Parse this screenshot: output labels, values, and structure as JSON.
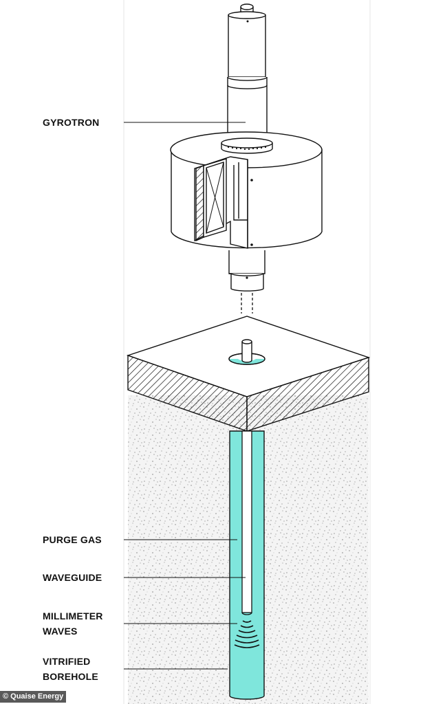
{
  "diagram": {
    "labels": {
      "gyrotron": "GYROTRON",
      "purge_gas": "PURGE GAS",
      "waveguide": "WAVEGUIDE",
      "millimeter_waves_line1": "MILLIMETER",
      "millimeter_waves_line2": "WAVES",
      "vitrified_borehole_line1": "VITRIFIED",
      "vitrified_borehole_line2": "BOREHOLE"
    },
    "credit": "© Quaise Energy",
    "colors": {
      "borehole": "#7FE6DC",
      "line": "#111111",
      "soil_bg": "#f4f4f4",
      "column_border": "#e6e6e6"
    }
  }
}
